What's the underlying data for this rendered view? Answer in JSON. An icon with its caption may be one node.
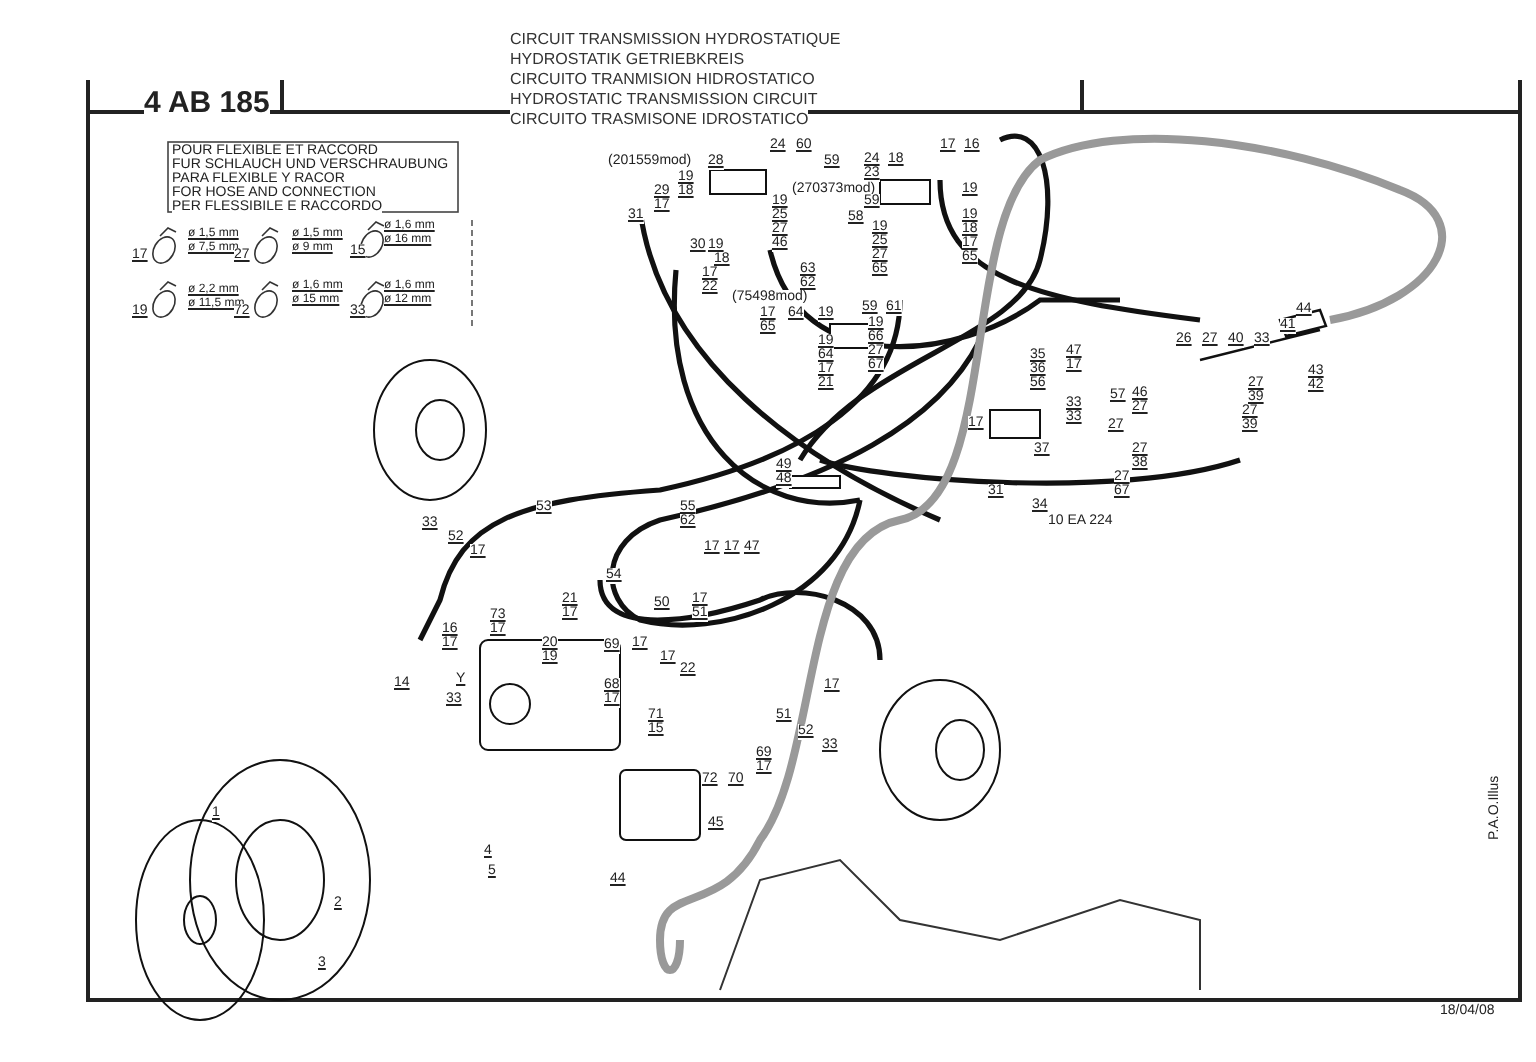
{
  "diagram": {
    "labels": [
      "4 AB 185",
      "CIRCUIT TRANSMISSION HYDROSTATIQUE",
      "HYDROSTATIK GETRIEBKREIS",
      "CIRCUITO TRANMISION HIDROSTATICO",
      "HYDROSTATIC TRANSMISSION CIRCUIT",
      "CIRCUITO TRASMISONE IDROSTATICO",
      "POUR FLEXIBLE ET RACCORD",
      "FUR SCHLAUCH UND VERSCHRAUBUNG",
      "PARA FLEXIBLE Y RACOR",
      "FOR HOSE AND CONNECTION",
      "PER FLESSIBILE E RACCORDO",
      "17",
      "ø 1,5 mm",
      "ø 7,5 mm",
      "27",
      "ø 1,5 mm",
      "ø 9 mm",
      "15",
      "ø 1,6 mm",
      "ø 16 mm",
      "19",
      "ø 2,2 mm",
      "ø 11,5 mm",
      "72",
      "ø 1,6 mm",
      "ø 15 mm",
      "33",
      "ø 1,6 mm",
      "ø 12 mm",
      "24",
      "60",
      "(201559mod)",
      "28",
      "59",
      "19",
      "18",
      "29",
      "17",
      "31",
      "30",
      "19",
      "19",
      "25",
      "27",
      "46",
      "18",
      "17",
      "22",
      "17",
      "16",
      "24",
      "23",
      "18",
      "19",
      "(270373mod)",
      "59",
      "58",
      "19",
      "18",
      "17",
      "65",
      "19",
      "25",
      "27",
      "65",
      "63",
      "62",
      "(75498mod)",
      "59",
      "61",
      "17",
      "65",
      "64",
      "19",
      "19",
      "66",
      "27",
      "67",
      "19",
      "64",
      "17",
      "21",
      "44",
      "26",
      "27",
      "40",
      "33",
      "41",
      "43",
      "42",
      "35",
      "36",
      "56",
      "47",
      "17",
      "57",
      "46",
      "27",
      "33",
      "33",
      "27",
      "39",
      "27",
      "39",
      "27",
      "37",
      "27",
      "38",
      "27",
      "67",
      "17",
      "31",
      "34",
      "10 EA 224",
      "49",
      "48",
      "33",
      "52",
      "17",
      "53",
      "55",
      "62",
      "54",
      "17",
      "17",
      "47",
      "50",
      "17",
      "51",
      "21",
      "17",
      "73",
      "17",
      "16",
      "17",
      "20",
      "19",
      "69",
      "17",
      "17",
      "22",
      "14",
      "33",
      "Y",
      "68",
      "17",
      "71",
      "15",
      "51",
      "17",
      "52",
      "33",
      "69",
      "17",
      "72",
      "70",
      "45",
      "44",
      "4",
      "5",
      "1",
      "2",
      "3",
      "P.A.O.Illus",
      "18/04/08"
    ]
  }
}
